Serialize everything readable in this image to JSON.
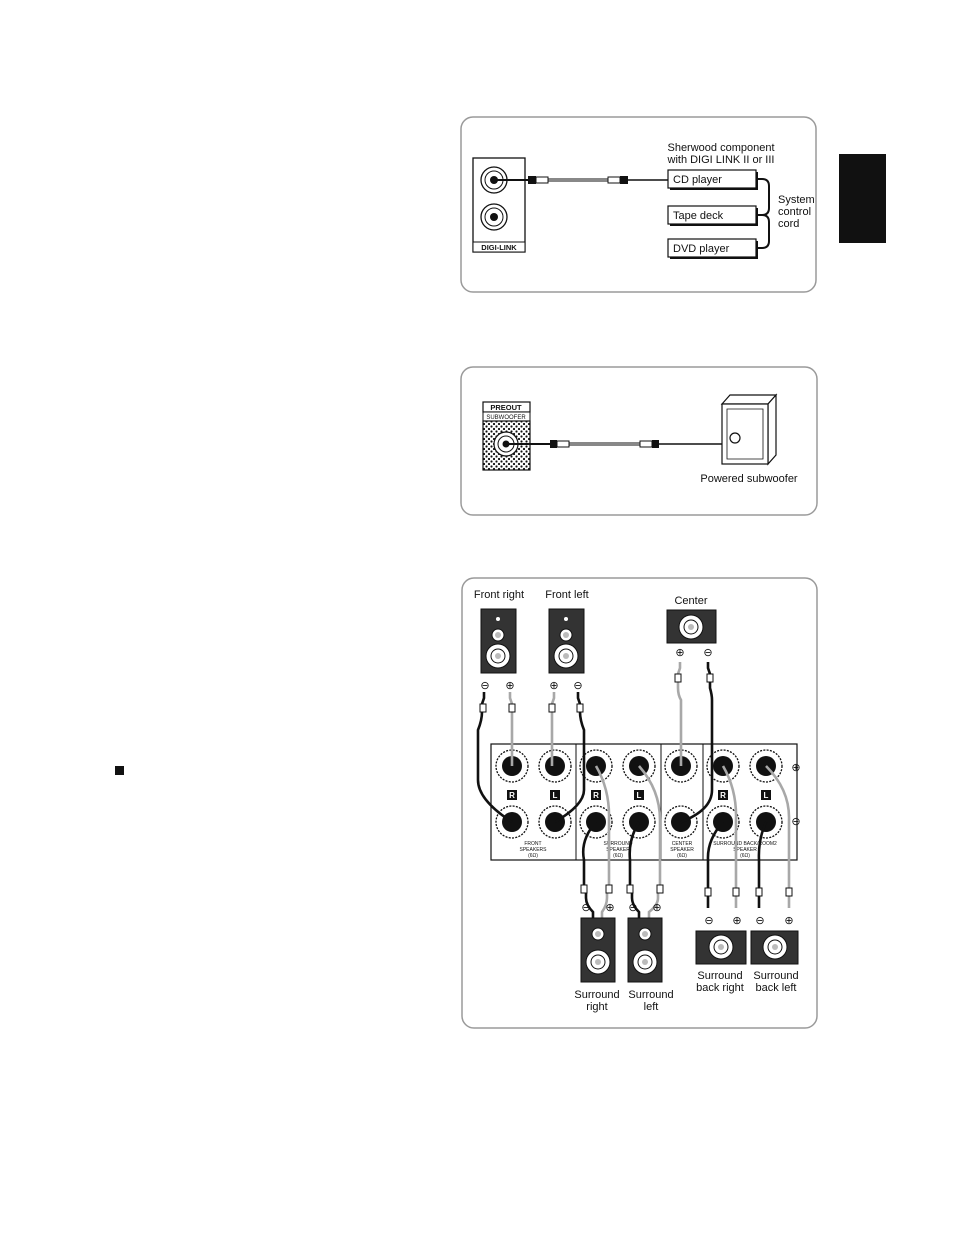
{
  "digilink": {
    "component_heading": "Sherwood component",
    "component_heading_2": "with DIGI LINK II or III",
    "jack_label": "DIGI-LINK",
    "devices": [
      "CD player",
      "Tape deck",
      "DVD player"
    ],
    "cord_label_1": "System",
    "cord_label_2": "control",
    "cord_label_3": "cord"
  },
  "subwoofer": {
    "preout_label": "PREOUT",
    "jack_label": "SUBWOOFER",
    "device_label": "Powered subwoofer"
  },
  "speakers": {
    "front_right": "Front right",
    "front_left": "Front left",
    "center": "Center",
    "surround_right_1": "Surround",
    "surround_right_2": "right",
    "surround_left_1": "Surround",
    "surround_left_2": "left",
    "surround_back_right_1": "Surround",
    "surround_back_right_2": "back right",
    "surround_back_left_1": "Surround",
    "surround_back_left_2": "back left",
    "terminal_r": "R",
    "terminal_l": "L",
    "plus": "⊕",
    "minus": "⊖",
    "group_front_1": "FRONT",
    "group_front_2": "SPEAKERS",
    "group_front_3": "(6Ω)",
    "group_surround_1": "SURROUND",
    "group_surround_2": "SPEAKER",
    "group_surround_3": "(6Ω)",
    "group_center_1": "CENTER",
    "group_center_2": "SPEAKER",
    "group_center_3": "(6Ω)",
    "group_back_1": "SURROUND BACK/ROOM2",
    "group_back_2": "SPEAKER",
    "group_back_3": "(6Ω)"
  },
  "colors": {
    "ink": "#111111",
    "frame": "#9a9a9a",
    "wire_gray": "#a8a8a8"
  }
}
